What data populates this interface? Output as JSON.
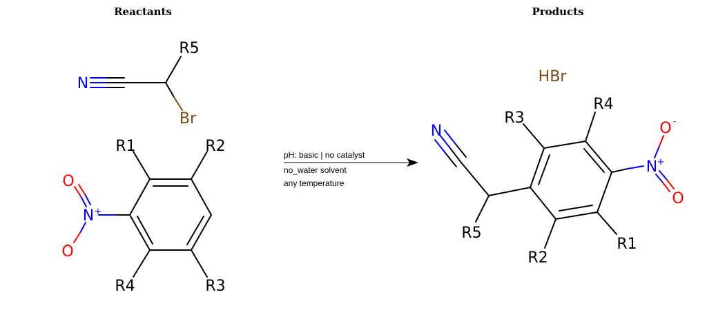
{
  "headers": {
    "reactants": "Reactants",
    "products": "Products"
  },
  "colors": {
    "nitrogen": "#0000ff",
    "oxygen": "#ff0000",
    "bromine": "#7f4c19",
    "carbon": "#000000"
  },
  "conditions": {
    "line1": "pH: basic | no catalyst",
    "line2": "no_water solvent",
    "line3": "any temperature"
  },
  "reactant1": {
    "n": "N",
    "r5": "R5",
    "br": "Br"
  },
  "reactant2": {
    "r1": "R1",
    "r2": "R2",
    "r3": "R3",
    "r4": "R4",
    "n": "N",
    "n_charge": "+",
    "o_top": "O",
    "o_bottom": "O",
    "o_charge": "-"
  },
  "product1": {
    "n": "N",
    "r5": "R5",
    "r3": "R3",
    "r4": "R4",
    "r1": "R1",
    "r2": "R2",
    "nitro_n": "N",
    "n_charge": "+",
    "o_top": "O",
    "o_charge": "-",
    "o_bottom": "O"
  },
  "product2": {
    "label": "HBr"
  }
}
